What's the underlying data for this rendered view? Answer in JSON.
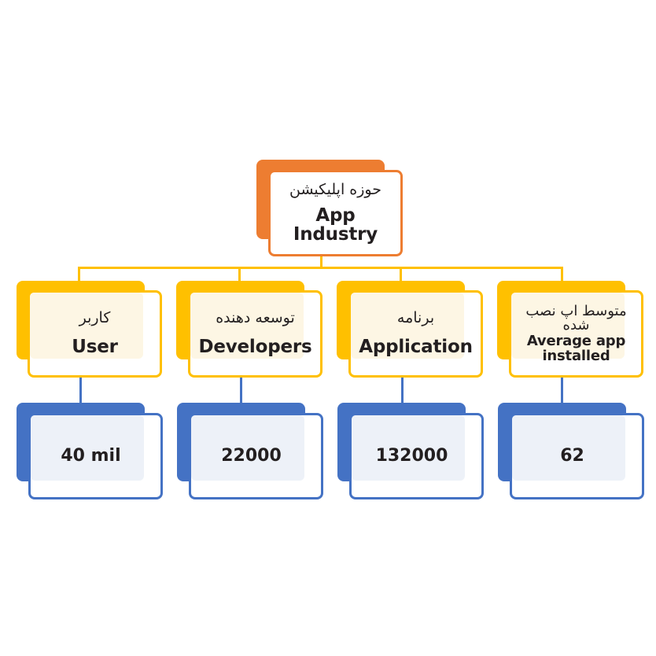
{
  "colors": {
    "root_accent": "#ed7d31",
    "category_accent": "#ffc000",
    "category_fill": "#fdf6e4",
    "value_accent": "#4472c4",
    "value_fill": "#edf1f8"
  },
  "root": {
    "label_fa": "حوزه اپلیکیشن",
    "label_en": "App Industry"
  },
  "categories": [
    {
      "label_fa": "کاربر",
      "label_en": "User",
      "value": "40 mil"
    },
    {
      "label_fa": "توسعه دهنده",
      "label_en": "Developers",
      "value": "22000"
    },
    {
      "label_fa": "برنامه",
      "label_en": "Application",
      "value": "132000"
    },
    {
      "label_fa": "متوسط اپ نصب شده",
      "label_en": "Average app installed",
      "value": "62"
    }
  ]
}
